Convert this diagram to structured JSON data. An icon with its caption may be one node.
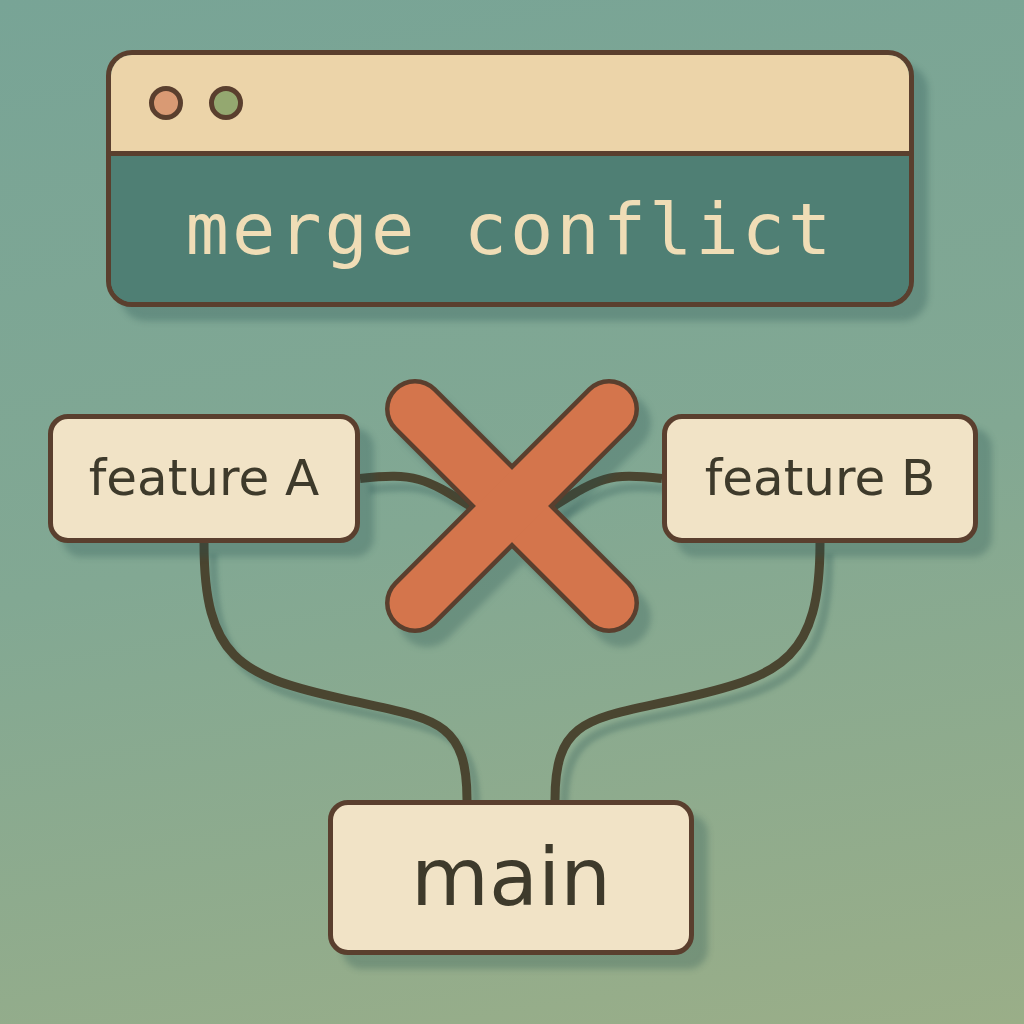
{
  "diagram": {
    "nodes": [
      {
        "text": [
          "merge conflict"
        ]
      },
      {
        "text": [
          "feature A"
        ]
      },
      {
        "text": [],
        "shape": "cross"
      },
      {
        "text": [
          "feature B"
        ]
      },
      {
        "text": [
          "main"
        ]
      }
    ],
    "edges": [
      {
        "from": 1,
        "to": 2,
        "arrow": "none"
      },
      {
        "from": 3,
        "to": 2,
        "arrow": "none"
      },
      {
        "from": 1,
        "to": 4,
        "arrow": "none"
      },
      {
        "from": 3,
        "to": 4,
        "arrow": "none"
      }
    ]
  }
}
